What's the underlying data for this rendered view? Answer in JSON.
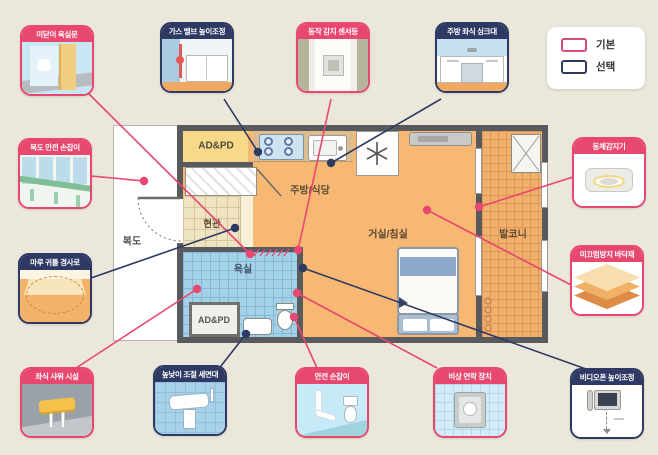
{
  "legend": {
    "items": [
      {
        "label": "기본",
        "type": "basic"
      },
      {
        "label": "선택",
        "type": "optional"
      }
    ]
  },
  "colors": {
    "basic": "#e8476f",
    "optional": "#2e3a63",
    "background": "#ebe8db",
    "floor_orange": "#f6b873",
    "bath_tile_blue": "#a5d1e8",
    "wall_gray": "#595a5e"
  },
  "callouts": [
    {
      "label": "미닫이 욕실문",
      "type": "basic",
      "icon": "sliding-door"
    },
    {
      "label": "가스 밸브 높이조정",
      "type": "optional",
      "icon": "gas-valve"
    },
    {
      "label": "동작 감지 센서등",
      "type": "basic",
      "icon": "motion-sensor-light"
    },
    {
      "label": "주방 좌식 싱크대",
      "type": "optional",
      "icon": "seated-sink"
    },
    {
      "label": "복도 안전 손잡이",
      "type": "basic",
      "icon": "corridor-handrail"
    },
    {
      "label": "마루 귀틀 경사로",
      "type": "optional",
      "icon": "floor-ramp"
    },
    {
      "label": "좌식 샤워 시설",
      "type": "basic",
      "icon": "shower-seat"
    },
    {
      "label": "높낮이 조절 세면대",
      "type": "optional",
      "icon": "adjustable-washbasin"
    },
    {
      "label": "안전 손잡이",
      "type": "basic",
      "icon": "grab-bar"
    },
    {
      "label": "비상 연락 장치",
      "type": "basic",
      "icon": "emergency-call"
    },
    {
      "label": "비디오폰 높이조정",
      "type": "optional",
      "icon": "videophone"
    },
    {
      "label": "동체감지기",
      "type": "basic",
      "icon": "motion-detector"
    },
    {
      "label": "미끄럼방지 바닥재",
      "type": "basic",
      "icon": "anti-slip-flooring"
    }
  ],
  "floorplan": {
    "labels": {
      "ad_pd_top": "AD&PD",
      "entrance": "현관",
      "corridor": "복도",
      "bathroom": "욕실",
      "ad_pd_bath": "AD&PD",
      "kitchen_dining": "주방/식당",
      "living_bedroom": "거실/침실",
      "balcony": "발코니"
    }
  }
}
